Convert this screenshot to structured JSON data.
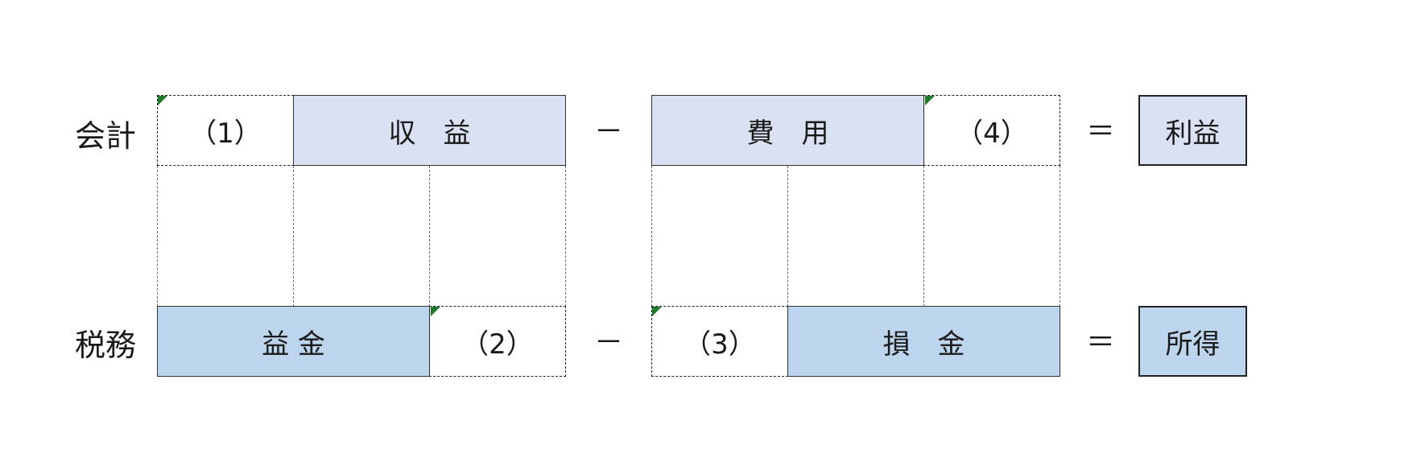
{
  "rows": {
    "accounting": {
      "label": "会計",
      "cell_1": "（1）",
      "revenue": "収　益",
      "minus": "－",
      "expense": "費　用",
      "cell_4": "（4）",
      "equals": "＝",
      "result": "利益"
    },
    "tax": {
      "label": "税務",
      "eki_kin": "益 金",
      "cell_2": "（2）",
      "minus": "－",
      "cell_3": "（3）",
      "son_kin": "損　金",
      "equals": "＝",
      "result": "所得"
    }
  },
  "colors": {
    "accounting_fill": "#dae1f2",
    "tax_fill": "#bdd6ee",
    "marker": "#1f7a2a"
  }
}
